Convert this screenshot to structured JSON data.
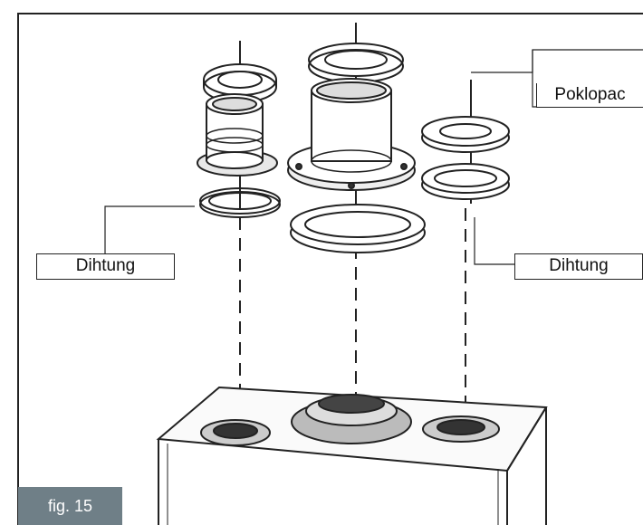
{
  "labels": {
    "dihtung_left": "Dihtung",
    "dihtung_right": "Dihtung",
    "poklopac": "Poklopac"
  },
  "figure_tag": "fig. 15",
  "colors": {
    "line": "#222222",
    "tag_background": "#6f7f87",
    "tag_text": "#ffffff"
  }
}
